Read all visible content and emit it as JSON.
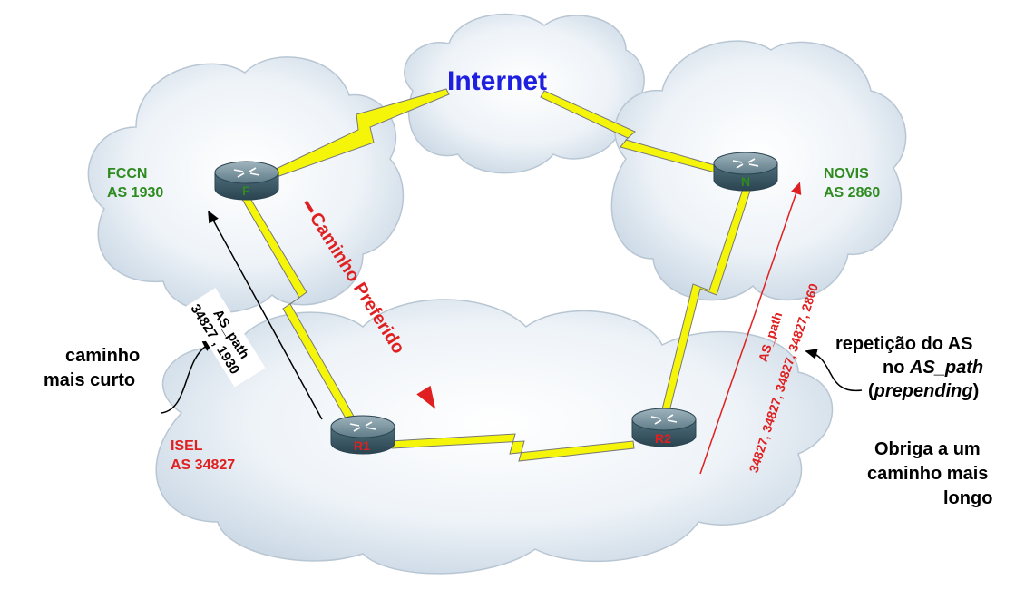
{
  "clouds": {
    "internet": {
      "label": "Internet"
    },
    "fccn": {
      "name": "FCCN",
      "as": "AS 1930"
    },
    "novis": {
      "name": "NOVIS",
      "as": "AS 2860"
    },
    "isel": {
      "name": "ISEL",
      "as": "AS 34827"
    }
  },
  "routers": {
    "f": "F",
    "n": "N",
    "r1": "R1",
    "r2": "R2"
  },
  "paths": {
    "left_title": "AS_path",
    "left_value": "34827 , 1930",
    "right_title": "AS_path",
    "right_value": "34827, 34827, 34827, 34827, 2860"
  },
  "preferred_path": "Caminho Preferido",
  "notes": {
    "shortest_1": "caminho",
    "shortest_2": "mais curto",
    "repeat_1": "repetição do AS",
    "repeat_2a": "no ",
    "repeat_2b": "AS_path",
    "repeat_3a": "(",
    "repeat_3b": "prepending",
    "repeat_3c": ")",
    "longer_1": "Obriga a um",
    "longer_2": "caminho mais",
    "longer_3": "longo"
  },
  "colors": {
    "internet_label": "#1f1fe0",
    "as_green": "#2e8b1e",
    "as_red": "#e02020",
    "serial_link": "#f5f50a",
    "cloud_fill": "#e6eef6"
  }
}
